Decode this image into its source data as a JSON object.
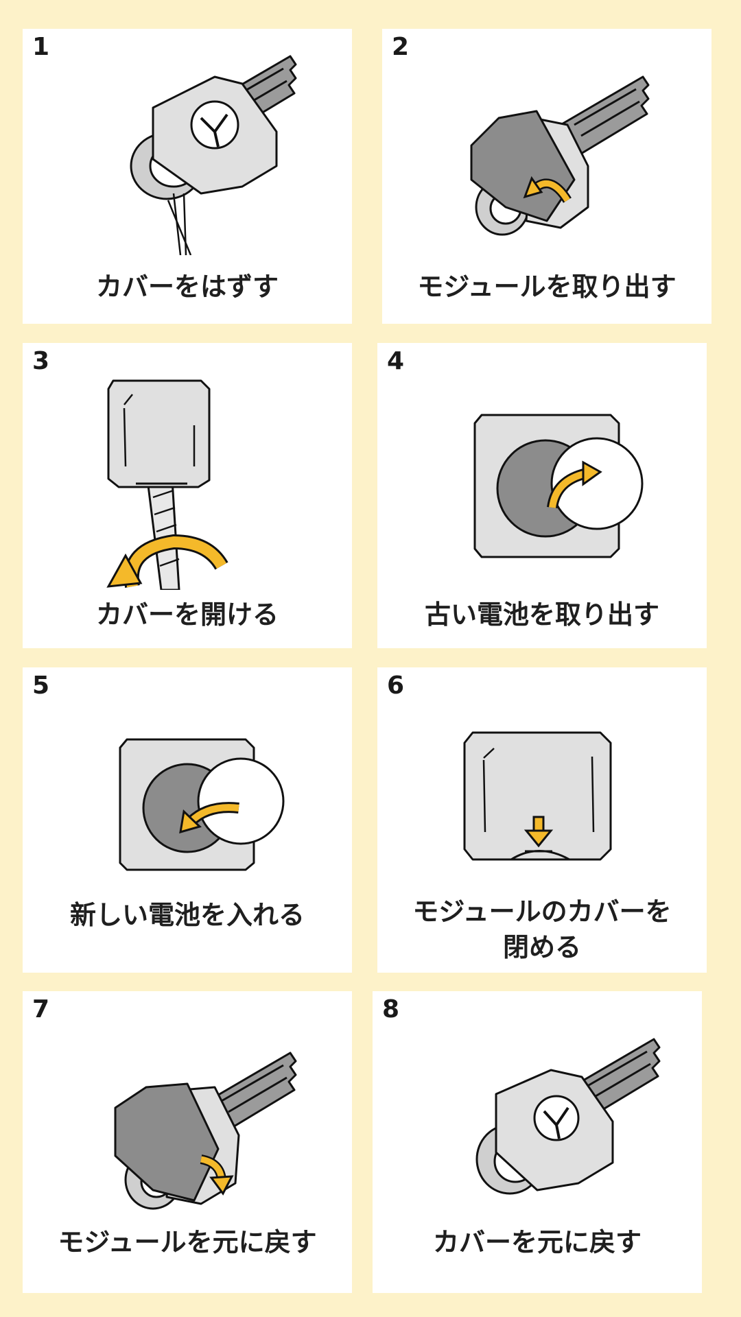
{
  "colors": {
    "background": "#fdf2c9",
    "panel": "#ffffff",
    "arrow": "#f4b92a",
    "key_metal": "#9b9b9b",
    "module_dark": "#8c8c8c",
    "cover_light": "#e2e2e2"
  },
  "steps": [
    {
      "number": "1",
      "caption": "カバーをはずす",
      "icon": "key-with-cover-illustration"
    },
    {
      "number": "2",
      "caption": "モジュールを取り出す",
      "icon": "remove-module-illustration"
    },
    {
      "number": "3",
      "caption": "カバーを開ける",
      "icon": "open-cover-illustration"
    },
    {
      "number": "4",
      "caption": "古い電池を取り出す",
      "icon": "remove-old-battery-illustration"
    },
    {
      "number": "5",
      "caption": "新しい電池を入れる",
      "icon": "insert-new-battery-illustration"
    },
    {
      "number": "6",
      "caption": "モジュールのカバーを\n閉める",
      "icon": "close-module-cover-illustration"
    },
    {
      "number": "7",
      "caption": "モジュールを元に戻す",
      "icon": "return-module-illustration"
    },
    {
      "number": "8",
      "caption": "カバーを元に戻す",
      "icon": "replace-cover-illustration"
    }
  ]
}
